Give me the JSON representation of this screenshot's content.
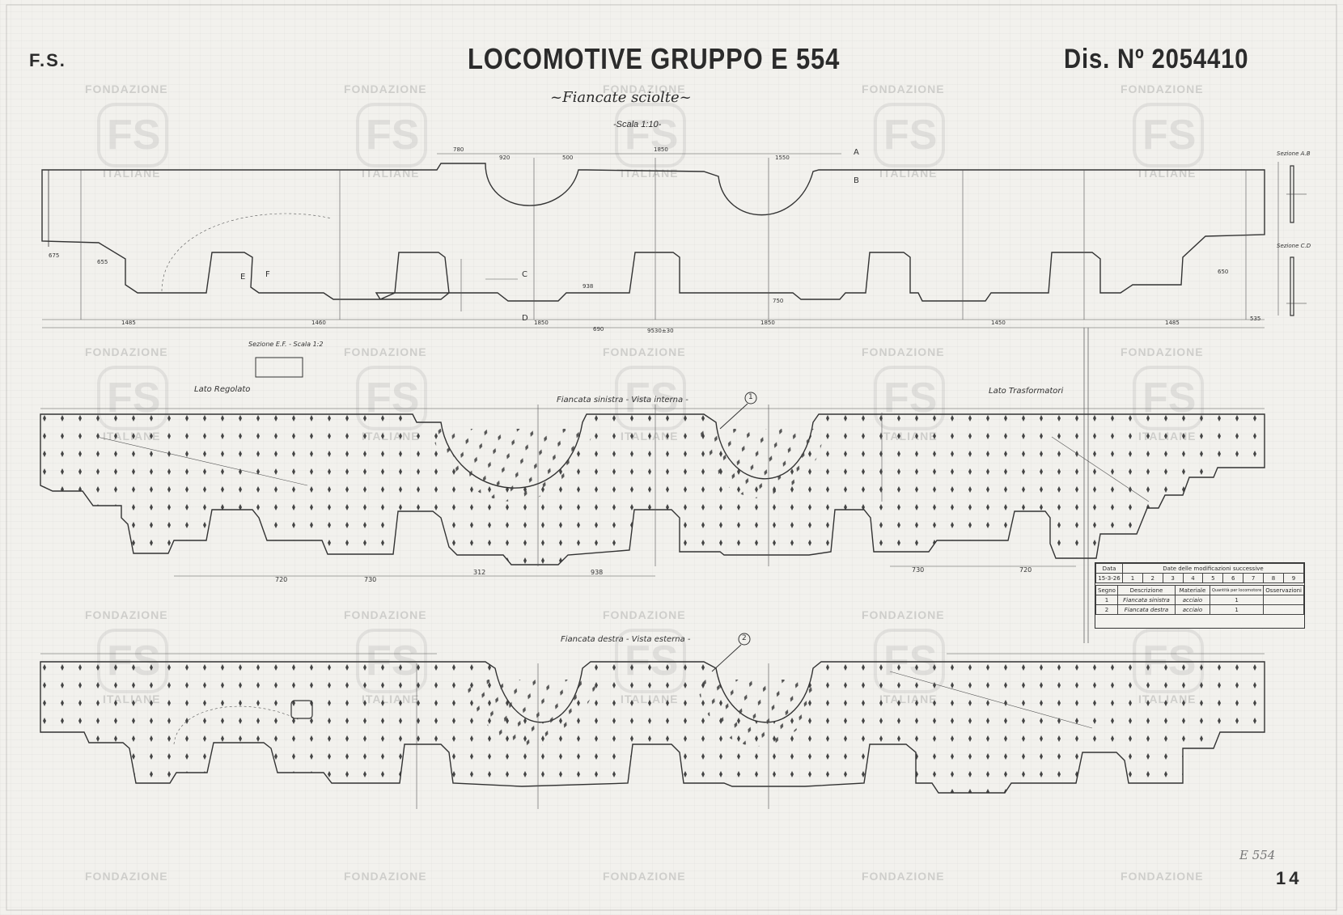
{
  "header": {
    "left_code": "F.S.",
    "title": "LOCOMOTIVE GRUPPO E 554",
    "drawing_number": "Dis. Nº 2054410",
    "subtitle": "~Fiancate sciolte~",
    "scale": "-Scala 1:10-"
  },
  "labels": {
    "side_regulator": "Lato Regolato",
    "side_transformers": "Lato Trasformatori",
    "left_frame": "Fiancata sinistra - Vista interna -",
    "right_frame": "Fiancata destra - Vista esterna -",
    "section_ef": "Sezione E.F. - Scala 1:2",
    "section_ab": "Sezione A.B",
    "section_cd": "Sezione C.D",
    "callout_1": "1",
    "callout_2": "2",
    "mark_a": "A",
    "mark_b": "B",
    "mark_c": "C",
    "mark_d": "D",
    "mark_e": "E",
    "mark_f": "F"
  },
  "dimensions": {
    "top": [
      "780",
      "920",
      "500",
      "1850",
      "1550"
    ],
    "bottom": [
      "1485",
      "1460",
      "1850",
      "1850",
      "1450",
      "1485"
    ],
    "overall": "9530±30",
    "lower_view_a": [
      "720",
      "730",
      "730",
      "720"
    ],
    "lower_view_b": [
      "312",
      "938"
    ],
    "mid": [
      "690",
      "938",
      "750",
      "650",
      "655",
      "675",
      "535"
    ]
  },
  "revision_table": {
    "header": "Date delle modificazioni successive",
    "date_label": "Data",
    "date_value": "15-3-26",
    "columns_numbers": [
      "1",
      "2",
      "3",
      "4",
      "5",
      "6",
      "7",
      "8",
      "9"
    ],
    "col_headers": [
      "Segno",
      "Descrizione",
      "Materiale",
      "Quantità per locomotore",
      "Osservazioni"
    ],
    "rows": [
      {
        "sign": "1",
        "description": "Fiancata sinistra",
        "material": "acciaio",
        "quantity": "1",
        "notes": ""
      },
      {
        "sign": "2",
        "description": "Fiancata destra",
        "material": "acciaio",
        "quantity": "1",
        "notes": ""
      }
    ]
  },
  "watermark": {
    "line1": "FONDAZIONE",
    "logo": "FS",
    "line2": "ITALIANE"
  },
  "handwriting": "E 554",
  "sheet_number": "14"
}
